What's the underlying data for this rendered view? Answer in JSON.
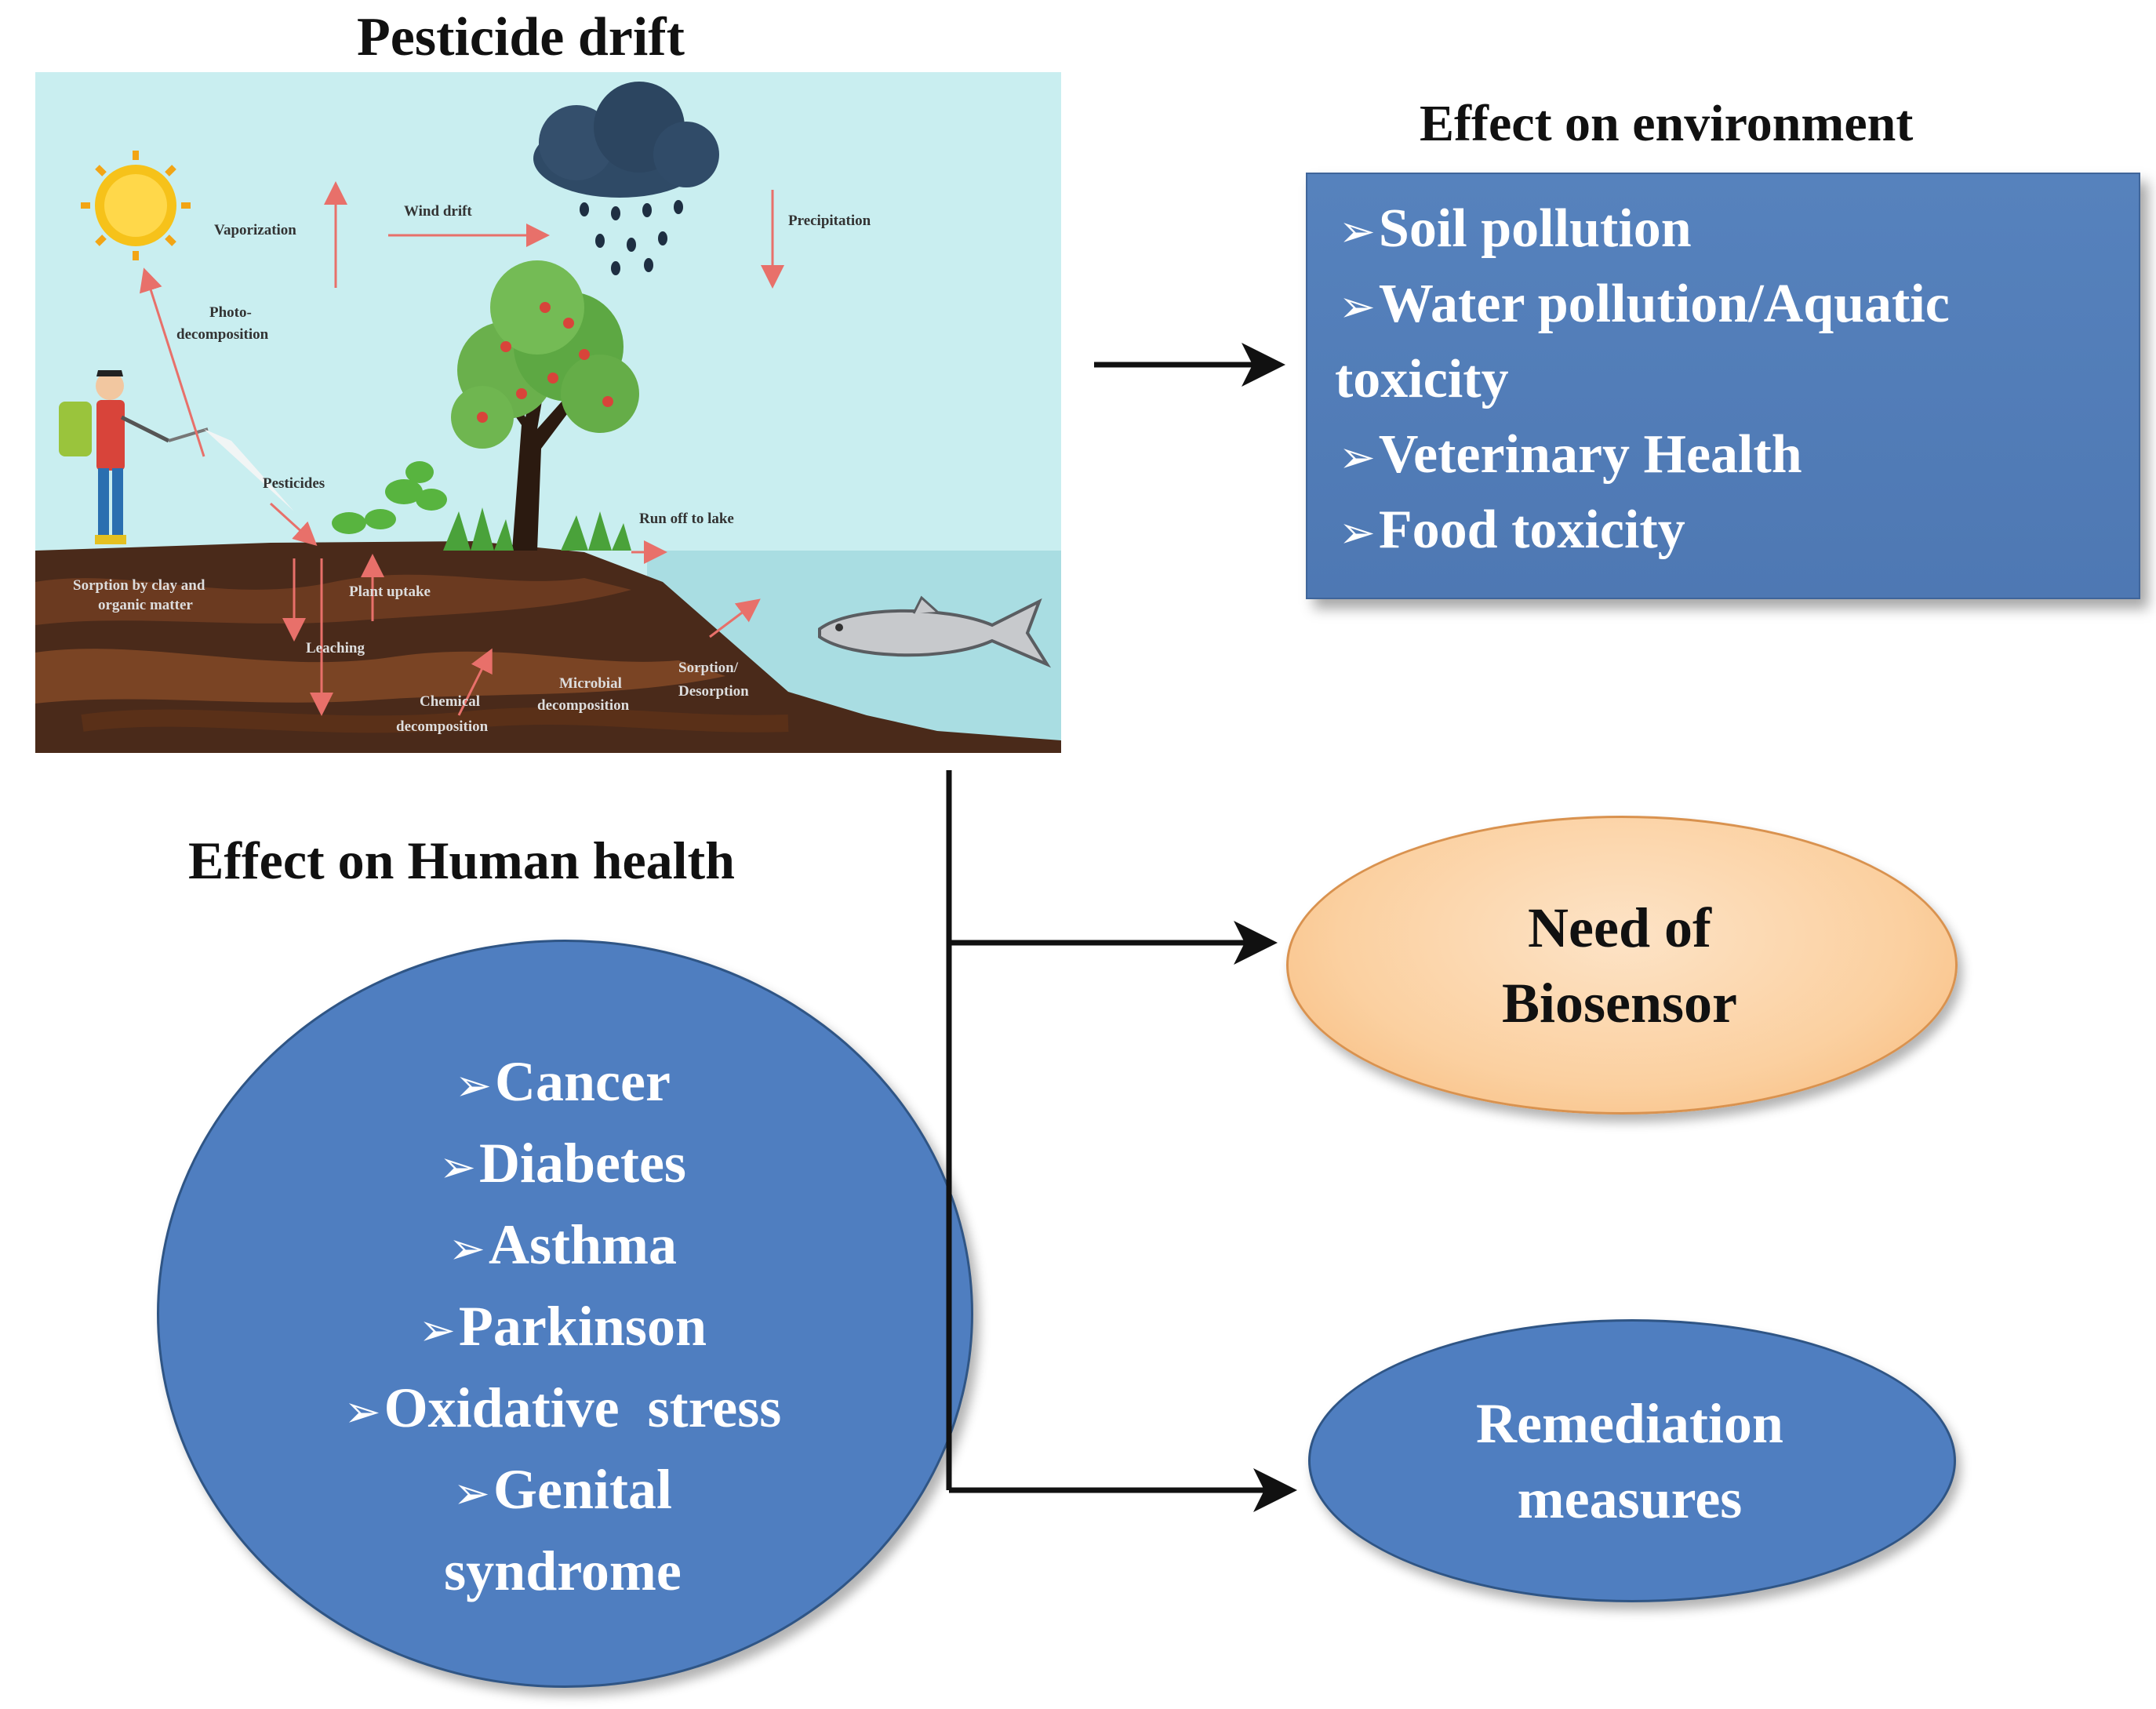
{
  "titles": {
    "pesticide_drift": "Pesticide drift",
    "effect_environment": "Effect on environment",
    "effect_human": "Effect on Human health"
  },
  "illustration_labels": {
    "vaporization": "Vaporization",
    "wind_drift": "Wind drift",
    "precipitation": "Precipitation",
    "photo": "Photo-",
    "decomposition": "decomposition",
    "pesticides": "Pesticides",
    "run_off": "Run off to lake",
    "sorption_1": "Sorption by clay and",
    "sorption_2": "organic matter",
    "plant_uptake": "Plant uptake",
    "leaching": "Leaching",
    "chemical_1": "Chemical",
    "chemical_2": "decomposition",
    "microbial_1": "Microbial",
    "microbial_2": "decomposition",
    "sorption_des_1": "Sorption/",
    "sorption_des_2": "Desorption"
  },
  "bullet_symbol": "➢",
  "environment_effects": {
    "soil": "Soil pollution",
    "water": "Water pollution/Aquatic",
    "water_cont": "toxicity",
    "veterinary": "Veterinary Health",
    "food": "Food toxicity"
  },
  "human_effects": {
    "cancer": "Cancer",
    "diabetes": "Diabetes",
    "asthma": "Asthma",
    "parkinson": "Parkinson",
    "oxidative": "Oxidative  stress",
    "genital": "Genital",
    "genital_cont": "syndrome"
  },
  "outcomes": {
    "biosensor_line1": "Need of",
    "biosensor_line2": "Biosensor",
    "remediation_line1": "Remediation",
    "remediation_line2": "measures"
  },
  "colors": {
    "box_blue": "#4f7ec0",
    "ellipse_orange": "#fbd0a0",
    "sky": "#c9eef0",
    "soil": "#4a2a1a",
    "arrow": "#111111"
  }
}
